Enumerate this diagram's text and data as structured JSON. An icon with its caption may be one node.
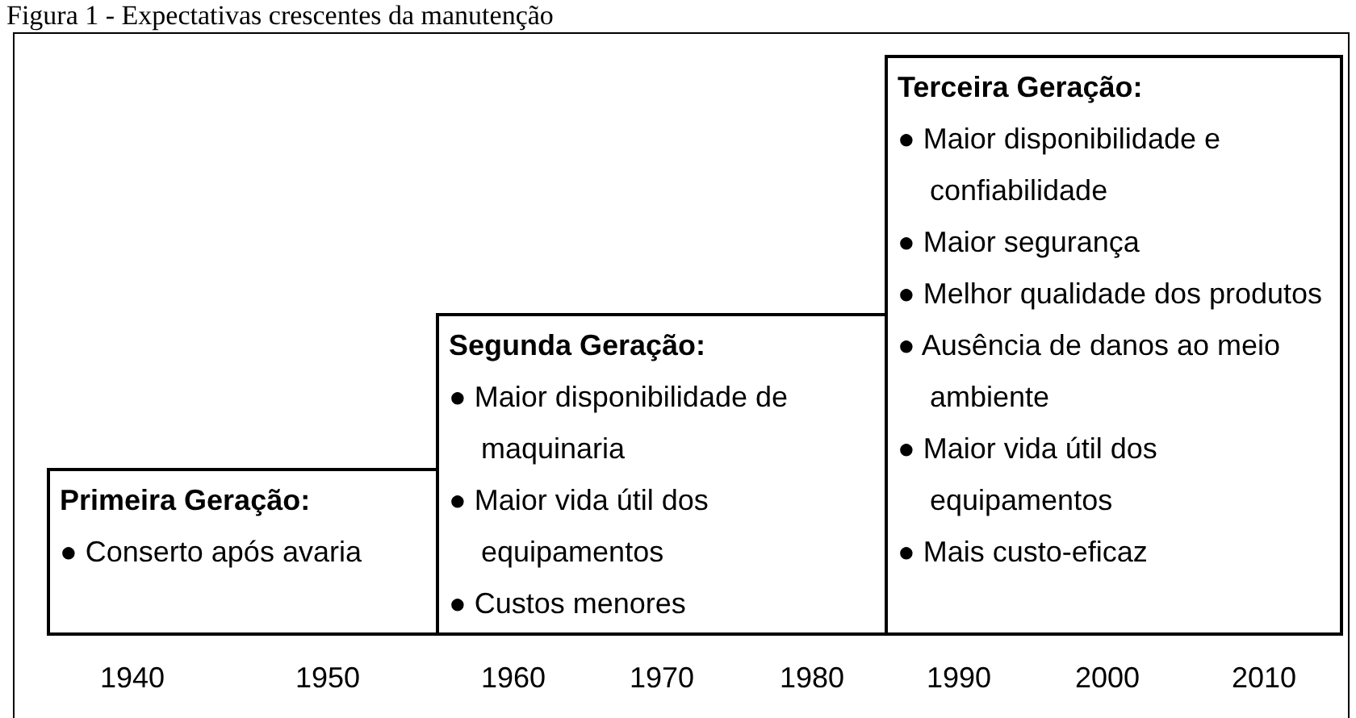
{
  "diagram": {
    "title": "Figura 1 - Expectativas crescentes da manutenção",
    "nodes": [
      {
        "text": [
          "Primeira Geração:",
          "● Conserto após avaria"
        ]
      },
      {
        "text": [
          "Segunda Geração:",
          "● Maior disponibilidade de maquinaria",
          "● Maior vida útil dos equipamentos",
          "● Custos menores"
        ]
      },
      {
        "text": [
          "Terceira Geração:",
          "● Maior disponibilidade e confiabilidade",
          "● Maior segurança",
          "● Melhor qualidade dos produtos",
          "● Ausência de danos ao meio ambiente",
          "● Maior vida útil dos equipamentos",
          "● Mais custo-eficaz"
        ]
      }
    ],
    "labels": [
      "1940",
      "1950",
      "1960",
      "1970",
      "1980",
      "1990",
      "2000",
      "2010"
    ]
  }
}
